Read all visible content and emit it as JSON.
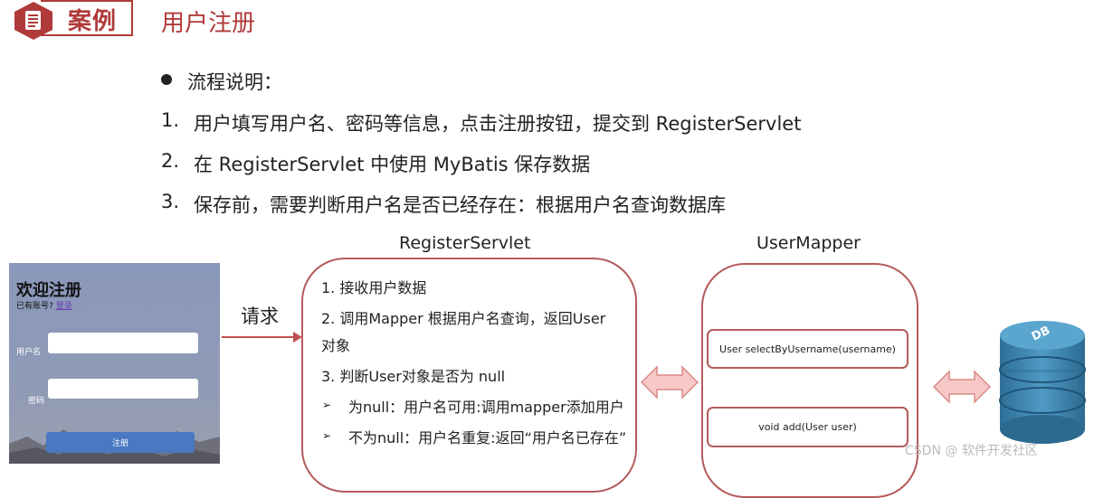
{
  "header": {
    "badge": "案例",
    "title": "用户注册"
  },
  "process": {
    "heading": "流程说明：",
    "steps": [
      {
        "num": "1.",
        "text": "用户填写用户名、密码等信息，点击注册按钮，提交到 RegisterServlet"
      },
      {
        "num": "2.",
        "text": "在 RegisterServlet 中使用 MyBatis 保存数据"
      },
      {
        "num": "3.",
        "text": "保存前，需要判断用户名是否已经存在：根据用户名查询数据库"
      }
    ]
  },
  "login": {
    "title": "欢迎注册",
    "hint": "已有账号?",
    "login_link": "登录",
    "username_label": "用户名",
    "password_label": "密码",
    "submit": "注册"
  },
  "request_label": "请求",
  "servlet": {
    "title": "RegisterServlet",
    "steps": [
      "1. 接收用户数据",
      "2. 调用Mapper 根据用户名查询，返回User",
      "对象",
      "3. 判断User对象是否为 null"
    ],
    "branches": [
      "为null：用户名可用:调用mapper添加用户",
      "不为null：用户名重复:返回“用户名已存在”"
    ]
  },
  "mapper": {
    "title": "UserMapper",
    "methods": [
      "User selectByUsername(username)",
      "void add(User user)"
    ]
  },
  "db_label": "DB",
  "watermark": "CSDN @ 软件开发社区",
  "colors": {
    "accent": "#b03a3a",
    "box_border": "#b45b5b",
    "arrow_fill": "#f6c9c7",
    "db_blue": "#3f86b0"
  }
}
